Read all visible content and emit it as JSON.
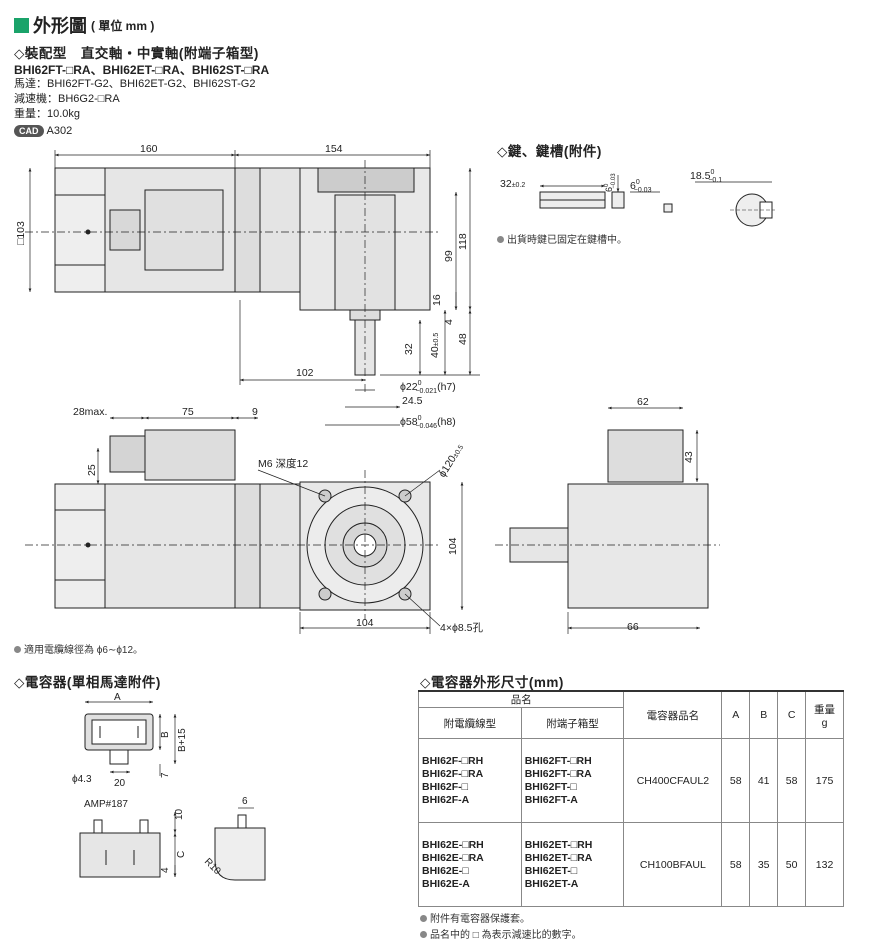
{
  "header": {
    "title": "外形圖",
    "unit": "( 單位 mm )"
  },
  "spec": {
    "heading": "◇裝配型　直交軸・中實軸(附端子箱型)",
    "models": "BHI62FT-□RA、BHI62ET-□RA、BHI62ST-□RA",
    "motor": "馬達：BHI62FT-G2、BHI62ET-G2、BHI62ST-G2",
    "gearhead": "減速機：BH6G2-□RA",
    "weight": "重量：10.0kg",
    "cad_badge": "CAD",
    "cad_code": "A302"
  },
  "key_section": {
    "heading": "◇鍵、鍵槽(附件)",
    "note": "出貨時鍵已固定在鍵槽中。",
    "dims": {
      "len": "32",
      "len_tol": "±0.2",
      "h": "6",
      "h_tol_a": "0",
      "h_tol_b": "−0.03",
      "w": "6",
      "w_tol_a": "0",
      "w_tol_b": "−0.03",
      "d": "18.5",
      "d_tol_a": "0",
      "d_tol_b": "−0.1"
    }
  },
  "drawing": {
    "d160": "160",
    "d154": "154",
    "d103": "□103",
    "d99": "99",
    "d118": "118",
    "d16": "16",
    "d4": "4",
    "d48": "48",
    "d32": "32",
    "d40": "40",
    "d40tol": "±0.5",
    "d102": "102",
    "d22": "ϕ22",
    "d22tol_a": "0",
    "d22tol_b": "−0.021",
    "d22fit": "(h7)",
    "d24_5": "24.5",
    "d58": "ϕ58",
    "d58tol_a": "0",
    "d58tol_b": "−0.046",
    "d58fit": "(h8)",
    "d28max": "28max.",
    "d75": "75",
    "d9": "9",
    "d25": "25",
    "m6": "M6 深度12",
    "d120": "ϕ120",
    "d120tol": "±0.5",
    "d104v": "104",
    "d104h": "104",
    "holes": "4×ϕ8.5孔",
    "d62": "62",
    "d43": "43",
    "d66": "66"
  },
  "cable_note": "適用電纜線徑為 ϕ6∼ϕ12。",
  "capacitor": {
    "heading": "◇電容器(單相馬達附件)",
    "dimA": "A",
    "dimB": "B",
    "dimB15": "B+15",
    "dim7": "7",
    "dim43": "ϕ4.3",
    "dim20": "20",
    "amp": "AMP#187",
    "dim10": "10",
    "dim6": "6",
    "dimC": "C",
    "dim4": "4",
    "r10": "R10"
  },
  "cap_table": {
    "heading": "◇電容器外形尺寸(mm)",
    "h_product": "品名",
    "h_cable": "附電纜線型",
    "h_terminal": "附端子箱型",
    "h_cap": "電容器品名",
    "h_a": "A",
    "h_b": "B",
    "h_c": "C",
    "h_weight": "重量",
    "h_unit": "g",
    "rows": [
      {
        "cable": [
          "BHI62F-□RH",
          "BHI62F-□RA",
          "BHI62F-□",
          "BHI62F-A"
        ],
        "terminal": [
          "BHI62FT-□RH",
          "BHI62FT-□RA",
          "BHI62FT-□",
          "BHI62FT-A"
        ],
        "cap": "CH400CFAUL2",
        "a": "58",
        "b": "41",
        "c": "58",
        "w": "175"
      },
      {
        "cable": [
          "BHI62E-□RH",
          "BHI62E-□RA",
          "BHI62E-□",
          "BHI62E-A"
        ],
        "terminal": [
          "BHI62ET-□RH",
          "BHI62ET-□RA",
          "BHI62ET-□",
          "BHI62ET-A"
        ],
        "cap": "CH100BFAUL",
        "a": "58",
        "b": "35",
        "c": "50",
        "w": "132"
      }
    ],
    "notes": [
      "附件有電容器保護套。",
      "品名中的 □ 為表示減速比的數字。"
    ]
  }
}
